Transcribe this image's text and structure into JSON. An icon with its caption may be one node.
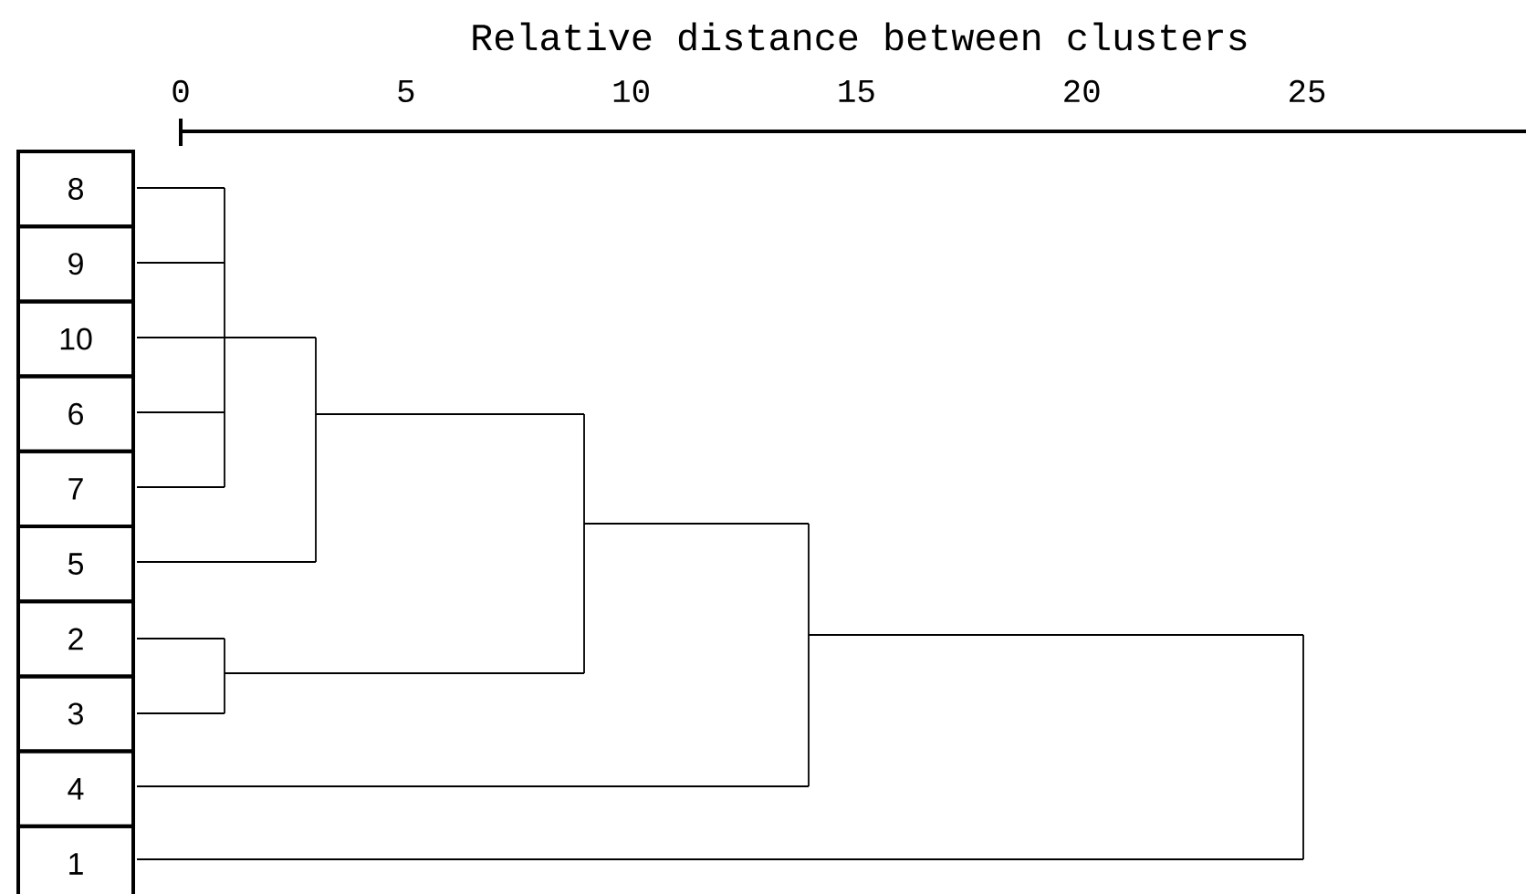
{
  "diagram": {
    "title": "Relative distance between clusters",
    "nodes": [
      {
        "text": [
          "8"
        ]
      },
      {
        "text": [
          "9"
        ]
      },
      {
        "text": [
          "10"
        ]
      },
      {
        "text": [
          "6"
        ]
      },
      {
        "text": [
          "7"
        ]
      },
      {
        "text": [
          "5"
        ]
      },
      {
        "text": [
          "2"
        ]
      },
      {
        "text": [
          "3"
        ]
      },
      {
        "text": [
          "4"
        ]
      },
      {
        "text": [
          "1"
        ]
      }
    ],
    "labels": [
      "0",
      "5",
      "10",
      "15",
      "20",
      "25"
    ]
  }
}
